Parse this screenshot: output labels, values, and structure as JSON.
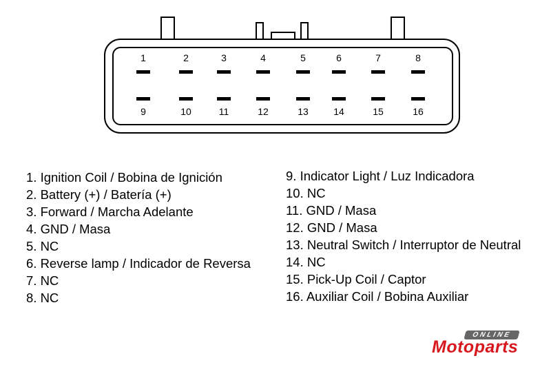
{
  "connector": {
    "top_pins": [
      "1",
      "2",
      "3",
      "4",
      "5",
      "6",
      "7",
      "8"
    ],
    "bottom_pins": [
      "9",
      "10",
      "11",
      "12",
      "13",
      "14",
      "15",
      "16"
    ]
  },
  "legend": {
    "left": [
      "1. Ignition Coil / Bobina de Ignición",
      "2. Battery (+) / Batería (+)",
      "3. Forward / Marcha Adelante",
      "4. GND / Masa",
      "5. NC",
      "6. Reverse lamp / Indicador de Reversa",
      "7. NC",
      "8. NC"
    ],
    "right": [
      "9. Indicator Light / Luz Indicadora",
      "10. NC",
      "11. GND / Masa",
      "12. GND / Masa",
      "13. Neutral Switch / Interruptor de Neutral",
      "14. NC",
      "15. Pick-Up Coil / Captor",
      "16. Auxiliar Coil / Bobina Auxiliar"
    ]
  },
  "logo": {
    "online": "ONLINE",
    "name": "Motoparts",
    "brand_color": "#d7191f"
  }
}
